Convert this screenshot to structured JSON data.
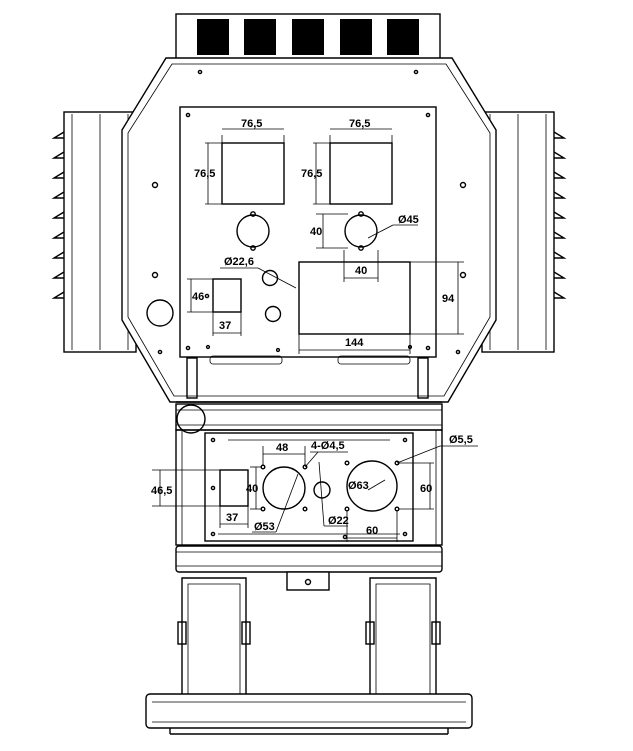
{
  "labels": {
    "sq_w_left": "76,5",
    "sq_h_left": "76,5",
    "sq_w_right": "76,5",
    "sq_h_right": "76,5",
    "d45": "Ø45",
    "v40_upper": "40",
    "h40_upper": "40",
    "d22_6": "Ø22,6",
    "h46": "46",
    "w37_upper": "37",
    "h94": "94",
    "w144": "144",
    "d5_5": "Ø5,5",
    "w48": "48",
    "holes4": "4-Ø4,5",
    "h46_5": "46,5",
    "v40_lower": "40",
    "d63": "Ø63",
    "h60": "60",
    "w37_lower": "37",
    "d53": "Ø53",
    "d22": "Ø22",
    "w60": "60"
  }
}
